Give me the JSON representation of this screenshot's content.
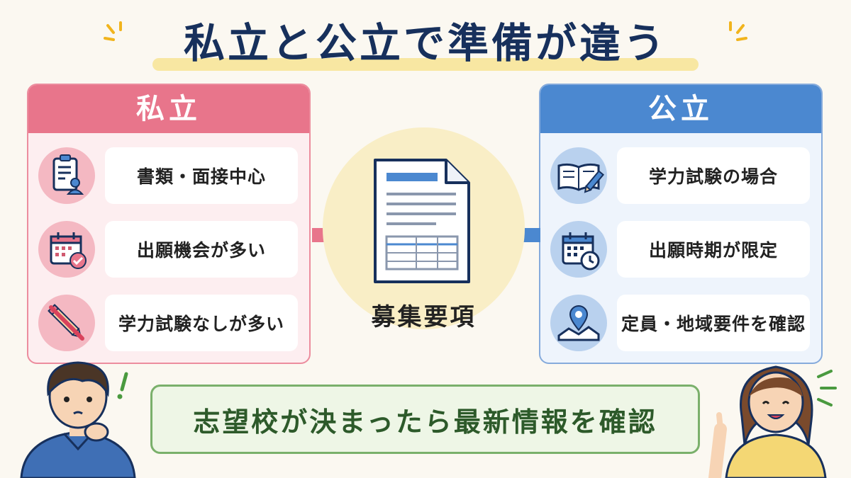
{
  "title": "私立と公立で準備が違う",
  "private": {
    "header": "私立",
    "items": [
      {
        "label": "書類・面接中心",
        "icon": "clipboard-person-icon"
      },
      {
        "label": "出願機会が多い",
        "icon": "calendar-check-icon"
      },
      {
        "label": "学力試験なしが多い",
        "icon": "crossed-pencil-icon"
      }
    ]
  },
  "public": {
    "header": "公立",
    "items": [
      {
        "label": "学力試験の場合",
        "icon": "open-book-pencil-icon"
      },
      {
        "label": "出願時期が限定",
        "icon": "calendar-clock-icon"
      },
      {
        "label": "定員・地域要件を確認",
        "icon": "map-pin-icon"
      }
    ]
  },
  "center": {
    "label": "募集要項",
    "icon": "document-icon"
  },
  "bottom": {
    "label": "志望校が決まったら最新情報を確認"
  },
  "colors": {
    "private_accent": "#e8758b",
    "public_accent": "#4b88d0",
    "title": "#17305c",
    "bottom_border": "#7ab06b",
    "bottom_text": "#2d5a2a"
  }
}
